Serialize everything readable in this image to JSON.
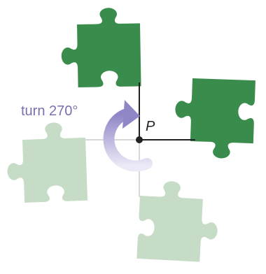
{
  "labels": {
    "turn": "turn 270°",
    "point": "P"
  },
  "colors": {
    "piece_original": "#3a8c4c",
    "piece_image": "#3a8c4c",
    "piece_faded": "#c6dcc6",
    "ray": "#222222",
    "ray_faint": "#cccccc",
    "arrow": "#a79fd2",
    "text": "#7a6fb0"
  },
  "icons": {
    "center_point": "filled-dot",
    "rotation_arrow": "circular-arrow"
  }
}
